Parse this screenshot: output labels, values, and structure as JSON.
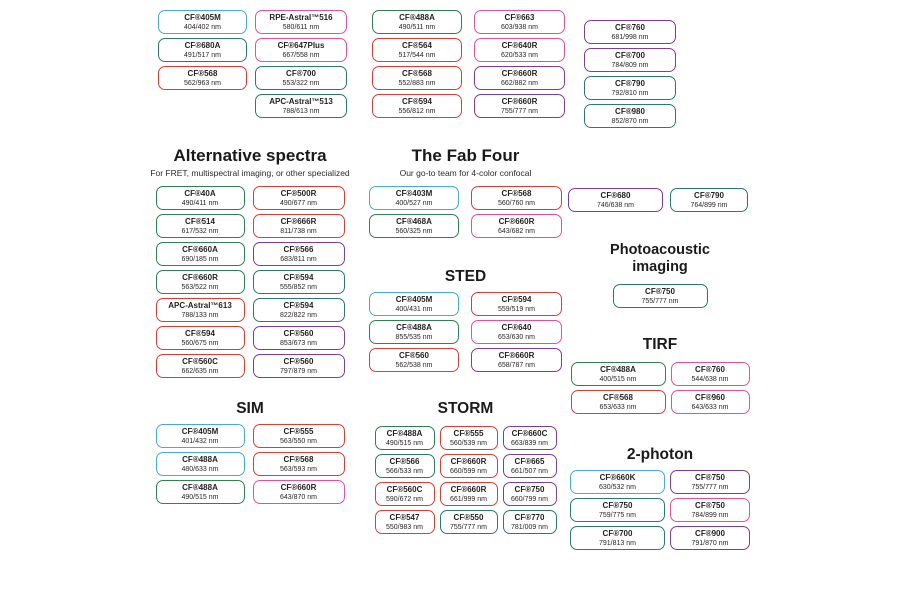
{
  "colors": {
    "blue": "#45A8DE",
    "green": "#2F8153",
    "teal": "#2A7A70",
    "red": "#E23A31",
    "pink": "#EA4C9B",
    "purple": "#7D3D98",
    "text": "#231F20"
  },
  "header_columns": [
    {
      "boxes": [
        {
          "name": "CF®405M",
          "ex_em": "404/402 nm",
          "color": "blue"
        },
        {
          "name": "CF®680A",
          "ex_em": "491/517 nm",
          "color": "teal"
        },
        {
          "name": "CF®568",
          "ex_em": "562/963 nm",
          "color": "red"
        }
      ]
    },
    {
      "boxes": [
        {
          "name": "RPE-Astral™516",
          "ex_em": "580/611 nm",
          "color": "pink"
        },
        {
          "name": "CF®647Plus",
          "ex_em": "667/558 nm",
          "color": "pink"
        },
        {
          "name": "CF®700",
          "ex_em": "553/322 nm",
          "color": "teal"
        },
        {
          "name": "APC-Astral™513",
          "ex_em": "788/613 nm",
          "color": "teal"
        }
      ]
    },
    {
      "boxes": [
        {
          "name": "CF®488A",
          "ex_em": "490/511 nm",
          "color": "green"
        },
        {
          "name": "CF®564",
          "ex_em": "517/544 nm",
          "color": "red"
        },
        {
          "name": "CF®568",
          "ex_em": "552/883 nm",
          "color": "red"
        },
        {
          "name": "CF®594",
          "ex_em": "556/812 nm",
          "color": "red"
        }
      ]
    },
    {
      "boxes": [
        {
          "name": "CF®663",
          "ex_em": "603/938 nm",
          "color": "pink"
        },
        {
          "name": "CF®640R",
          "ex_em": "620/533 nm",
          "color": "pink"
        },
        {
          "name": "CF®660R",
          "ex_em": "662/882 nm",
          "color": "purple"
        },
        {
          "name": "CF®660R",
          "ex_em": "755/777 nm",
          "color": "purple"
        }
      ]
    },
    {
      "boxes": [
        {
          "name": "CF®760",
          "ex_em": "681/998 nm",
          "color": "purple"
        },
        {
          "name": "CF®700",
          "ex_em": "784/809 nm",
          "color": "purple"
        },
        {
          "name": "CF®790",
          "ex_em": "792/810 nm",
          "color": "teal"
        },
        {
          "name": "CF®980",
          "ex_em": "852/870 nm",
          "color": "teal"
        }
      ]
    }
  ],
  "sections": {
    "alternative_spectra": {
      "title": "Alternative spectra",
      "subtitle": "For FRET, multispectral imaging, or other specialized",
      "columns": [
        [
          {
            "name": "CF®40A",
            "ex_em": "490/411 nm",
            "color": "green"
          },
          {
            "name": "CF®514",
            "ex_em": "617/532 nm",
            "color": "green"
          },
          {
            "name": "CF®660A",
            "ex_em": "690/185 nm",
            "color": "green"
          },
          {
            "name": "CF®660R",
            "ex_em": "563/522 nm",
            "color": "green"
          },
          {
            "name": "APC-Astral™613",
            "ex_em": "788/133 nm",
            "color": "red"
          },
          {
            "name": "CF®594",
            "ex_em": "560/675 nm",
            "color": "red"
          },
          {
            "name": "CF®560C",
            "ex_em": "662/635 nm",
            "color": "red"
          }
        ],
        [
          {
            "name": "CF®500R",
            "ex_em": "490/677 nm",
            "color": "red"
          },
          {
            "name": "CF®666R",
            "ex_em": "811/738 nm",
            "color": "red"
          },
          {
            "name": "CF®566",
            "ex_em": "683/811 nm",
            "color": "purple"
          },
          {
            "name": "CF®594",
            "ex_em": "555/852 nm",
            "color": "teal"
          },
          {
            "name": "CF®594",
            "ex_em": "822/822 nm",
            "color": "teal"
          },
          {
            "name": "CF®560",
            "ex_em": "853/673 nm",
            "color": "purple"
          },
          {
            "name": "CF®560",
            "ex_em": "797/879 nm",
            "color": "purple"
          }
        ]
      ]
    },
    "fab_four": {
      "title": "The Fab Four",
      "subtitle": "Our go-to team for 4-color confocal",
      "columns": [
        [
          {
            "name": "CF®403M",
            "ex_em": "400/527 nm",
            "color": "blue"
          },
          {
            "name": "CF®468A",
            "ex_em": "560/325 nm",
            "color": "green"
          }
        ],
        [
          {
            "name": "CF®568",
            "ex_em": "560/760 nm",
            "color": "red"
          },
          {
            "name": "CF®660R",
            "ex_em": "643/682 nm",
            "color": "pink"
          }
        ]
      ]
    },
    "sted": {
      "title": "STED",
      "columns": [
        [
          {
            "name": "CF®405M",
            "ex_em": "400/431 nm",
            "color": "blue"
          },
          {
            "name": "CF®488A",
            "ex_em": "855/535 nm",
            "color": "green"
          },
          {
            "name": "CF®560",
            "ex_em": "562/538 nm",
            "color": "red"
          }
        ],
        [
          {
            "name": "CF®594",
            "ex_em": "559/519 nm",
            "color": "red"
          },
          {
            "name": "CF®640",
            "ex_em": "653/630 nm",
            "color": "pink"
          },
          {
            "name": "CF®660R",
            "ex_em": "658/787 nm",
            "color": "purple"
          }
        ]
      ]
    },
    "sim": {
      "title": "SIM",
      "columns": [
        [
          {
            "name": "CF®405M",
            "ex_em": "401/432 nm",
            "color": "blue"
          },
          {
            "name": "CF®488A",
            "ex_em": "480/633 nm",
            "color": "blue"
          },
          {
            "name": "CF®488A",
            "ex_em": "490/515 nm",
            "color": "green"
          }
        ],
        [
          {
            "name": "CF®555",
            "ex_em": "563/550 nm",
            "color": "red"
          },
          {
            "name": "CF®568",
            "ex_em": "563/593 nm",
            "color": "red"
          },
          {
            "name": "CF®660R",
            "ex_em": "643/870 nm",
            "color": "pink"
          }
        ]
      ]
    },
    "storm": {
      "title": "STORM",
      "columns": [
        [
          {
            "name": "CF®488A",
            "ex_em": "490/515 nm",
            "color": "green"
          },
          {
            "name": "CF®566",
            "ex_em": "566/533 nm",
            "color": "teal"
          },
          {
            "name": "CF®560C",
            "ex_em": "590/672 nm",
            "color": "red"
          },
          {
            "name": "CF®547",
            "ex_em": "550/983 nm",
            "color": "red"
          }
        ],
        [
          {
            "name": "CF®555",
            "ex_em": "560/539 nm",
            "color": "red"
          },
          {
            "name": "CF®660R",
            "ex_em": "660/599 nm",
            "color": "red"
          },
          {
            "name": "CF®660R",
            "ex_em": "661/999 nm",
            "color": "red"
          },
          {
            "name": "CF®550",
            "ex_em": "755/777 nm",
            "color": "teal"
          }
        ],
        [
          {
            "name": "CF®660C",
            "ex_em": "663/839 nm",
            "color": "purple"
          },
          {
            "name": "CF®665",
            "ex_em": "661/507 nm",
            "color": "purple"
          },
          {
            "name": "CF®750",
            "ex_em": "660/799 nm",
            "color": "purple"
          },
          {
            "name": "CF®770",
            "ex_em": "781/009 nm",
            "color": "teal"
          }
        ]
      ]
    },
    "nir_pair": {
      "columns": [
        [
          {
            "name": "CF®680",
            "ex_em": "746/638 nm",
            "color": "purple"
          }
        ],
        [
          {
            "name": "CF®790",
            "ex_em": "764/899 nm",
            "color": "teal"
          }
        ]
      ]
    },
    "photoacoustic": {
      "title": "Photoacoustic imaging",
      "columns": [
        [
          {
            "name": "CF®750",
            "ex_em": "755/777 nm",
            "color": "teal"
          }
        ]
      ]
    },
    "tirf": {
      "title": "TIRF",
      "columns": [
        [
          {
            "name": "CF®488A",
            "ex_em": "400/515 nm",
            "color": "green"
          },
          {
            "name": "CF®568",
            "ex_em": "653/633 nm",
            "color": "red"
          }
        ],
        [
          {
            "name": "CF®760",
            "ex_em": "544/638 nm",
            "color": "pink"
          },
          {
            "name": "CF®960",
            "ex_em": "643/633 nm",
            "color": "pink"
          }
        ]
      ]
    },
    "two_photon": {
      "title": "2-photon",
      "columns": [
        [
          {
            "name": "CF®660K",
            "ex_em": "630/532 nm",
            "color": "blue"
          },
          {
            "name": "CF®750",
            "ex_em": "759/775 nm",
            "color": "teal"
          },
          {
            "name": "CF®700",
            "ex_em": "791/813 nm",
            "color": "teal"
          }
        ],
        [
          {
            "name": "CF®750",
            "ex_em": "755/777 nm",
            "color": "purple"
          },
          {
            "name": "CF®750",
            "ex_em": "784/899 nm",
            "color": "pink"
          },
          {
            "name": "CF®900",
            "ex_em": "791/870 nm",
            "color": "purple"
          }
        ]
      ]
    }
  }
}
